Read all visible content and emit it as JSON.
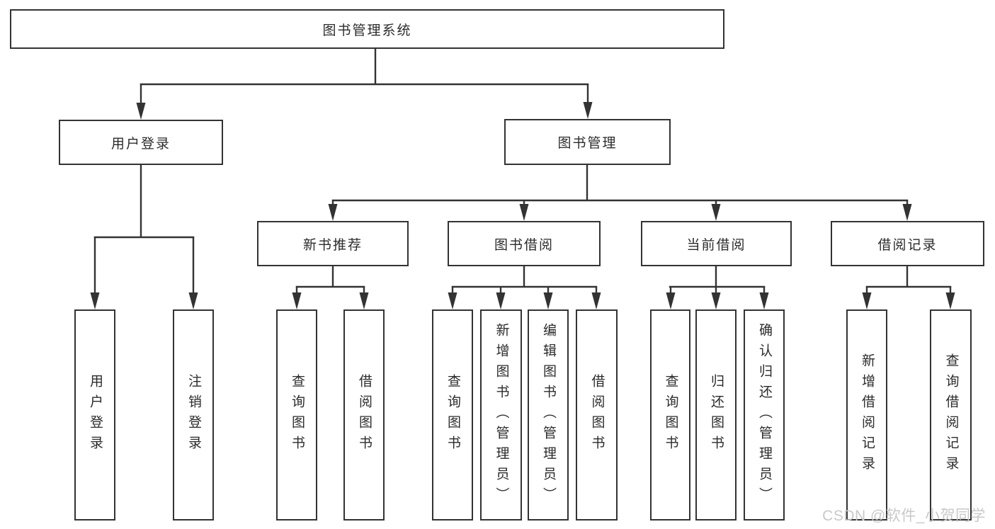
{
  "tree": {
    "root": "图书管理系统",
    "children": [
      {
        "label": "用户登录",
        "children": [
          {
            "label": "用户登录"
          },
          {
            "label": "注销登录"
          }
        ]
      },
      {
        "label": "图书管理",
        "children": [
          {
            "label": "新书推荐",
            "children": [
              {
                "label": "查询图书"
              },
              {
                "label": "借阅图书"
              }
            ]
          },
          {
            "label": "图书借阅",
            "children": [
              {
                "label": "查询图书"
              },
              {
                "label": "新增图书（管理员）"
              },
              {
                "label": "编辑图书（管理员）"
              },
              {
                "label": "借阅图书"
              }
            ]
          },
          {
            "label": "当前借阅",
            "children": [
              {
                "label": "查询图书"
              },
              {
                "label": "归还图书"
              },
              {
                "label": "确认归还（管理员）"
              }
            ]
          },
          {
            "label": "借阅记录",
            "children": [
              {
                "label": "新增借阅记录"
              },
              {
                "label": "查询借阅记录"
              }
            ]
          }
        ]
      }
    ]
  },
  "watermark": "CSDN @软件_小贺同学",
  "style": {
    "line_color": "#333333",
    "box_background": "#ffffff",
    "text_color": "#2b2b2b",
    "watermark_color": "#c9c9c9"
  }
}
